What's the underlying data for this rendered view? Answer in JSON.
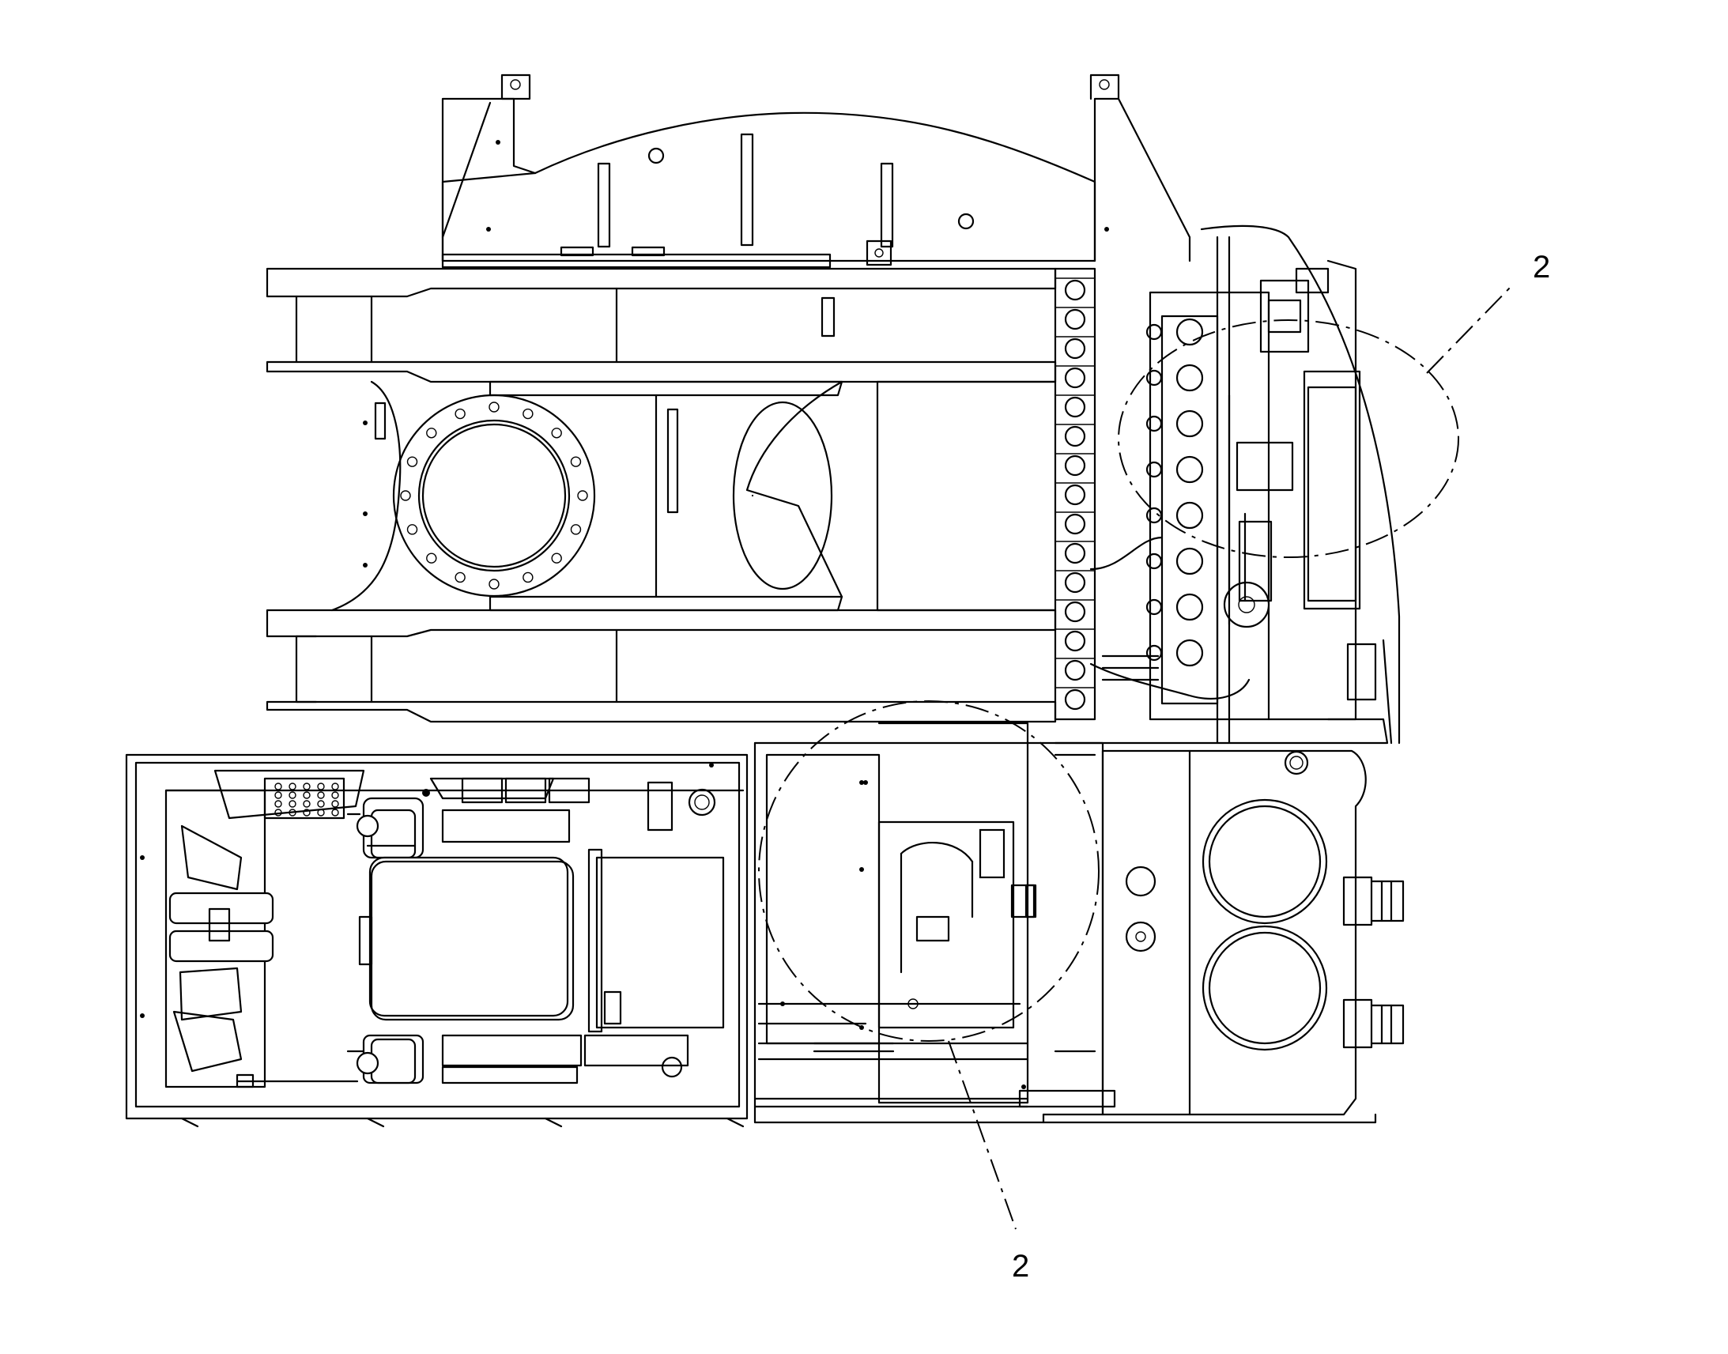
{
  "figure": {
    "description_visible_text_only": true,
    "callouts": [
      {
        "label": "2",
        "target": "hydraulic-valve-detail-area"
      },
      {
        "label": "2",
        "target": "operator-station-valve-detail-area"
      }
    ]
  }
}
